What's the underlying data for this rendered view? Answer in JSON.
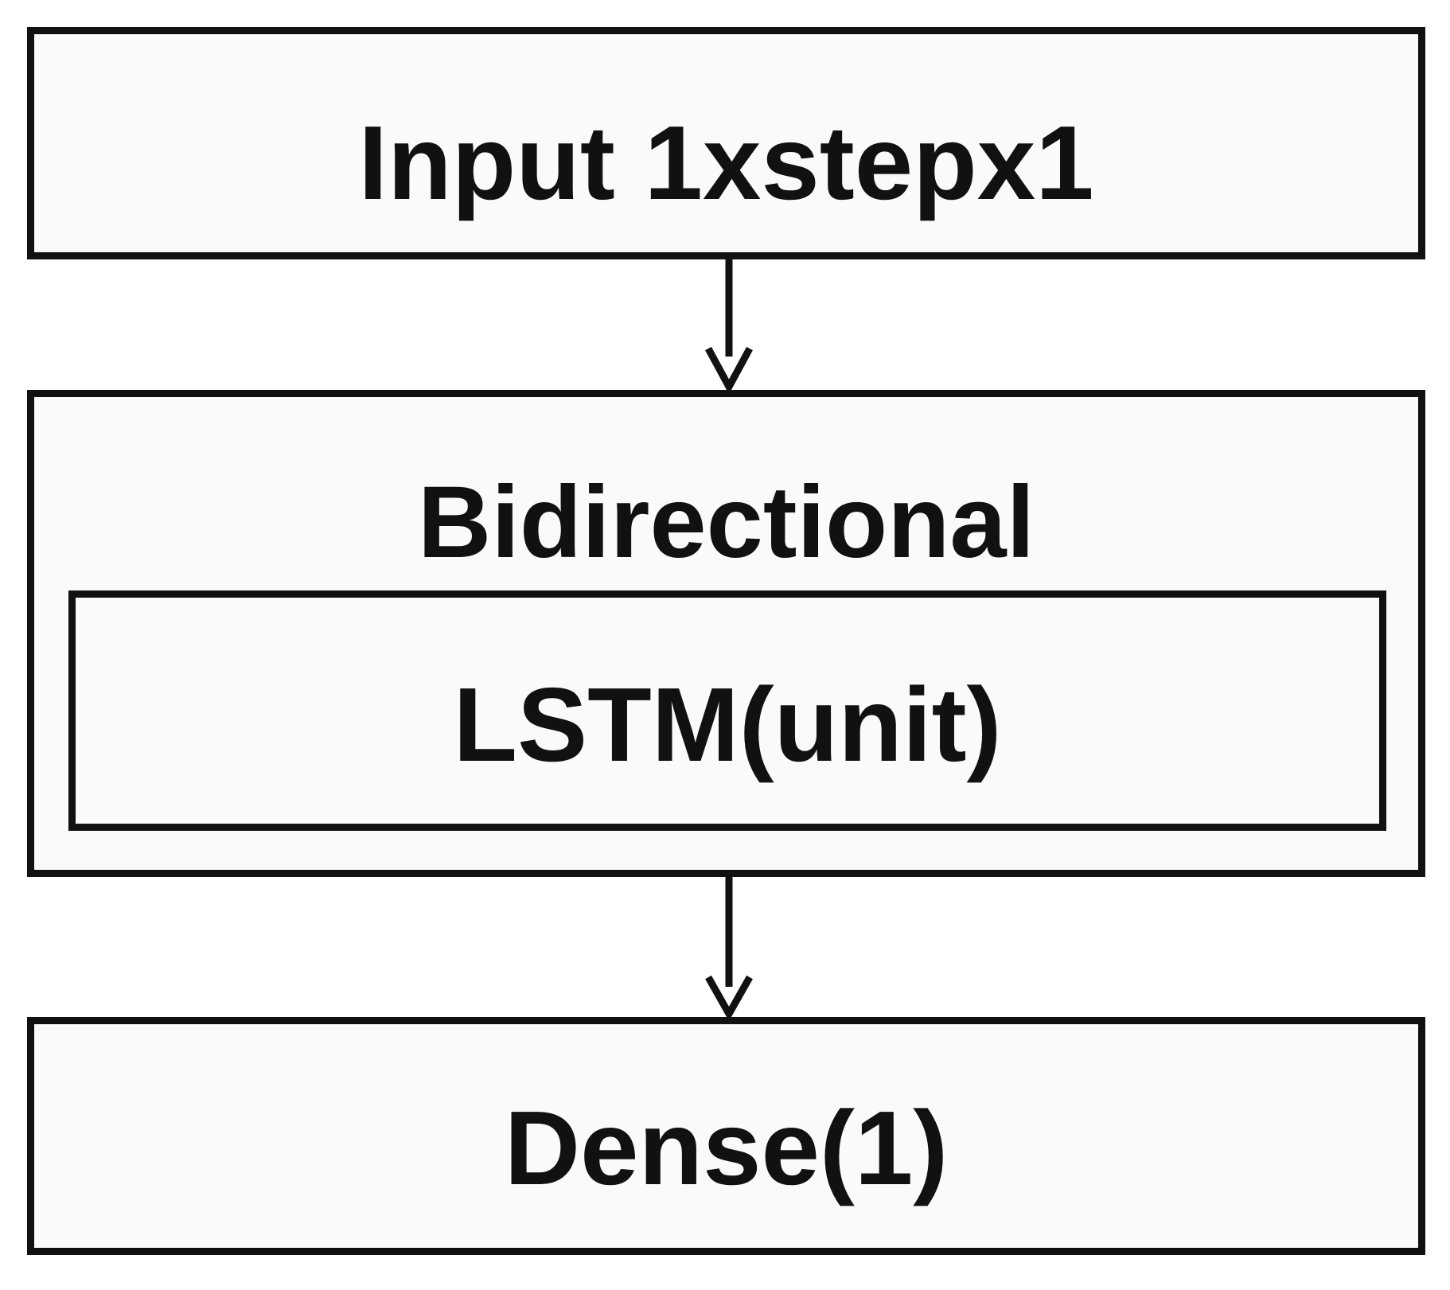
{
  "diagram": {
    "nodes": [
      {
        "id": "input",
        "label": "Input 1xstepx1"
      },
      {
        "id": "bidirectional",
        "label": "Bidirectional"
      },
      {
        "id": "lstm",
        "label": "LSTM(unit)",
        "parent": "bidirectional"
      },
      {
        "id": "dense",
        "label": "Dense(1)"
      }
    ],
    "edges": [
      {
        "from": "input",
        "to": "bidirectional"
      },
      {
        "from": "bidirectional",
        "to": "dense"
      }
    ],
    "colors": {
      "stroke": "#111111",
      "box_fill": "#fafafa",
      "background": "#ffffff",
      "text": "#111111"
    }
  }
}
